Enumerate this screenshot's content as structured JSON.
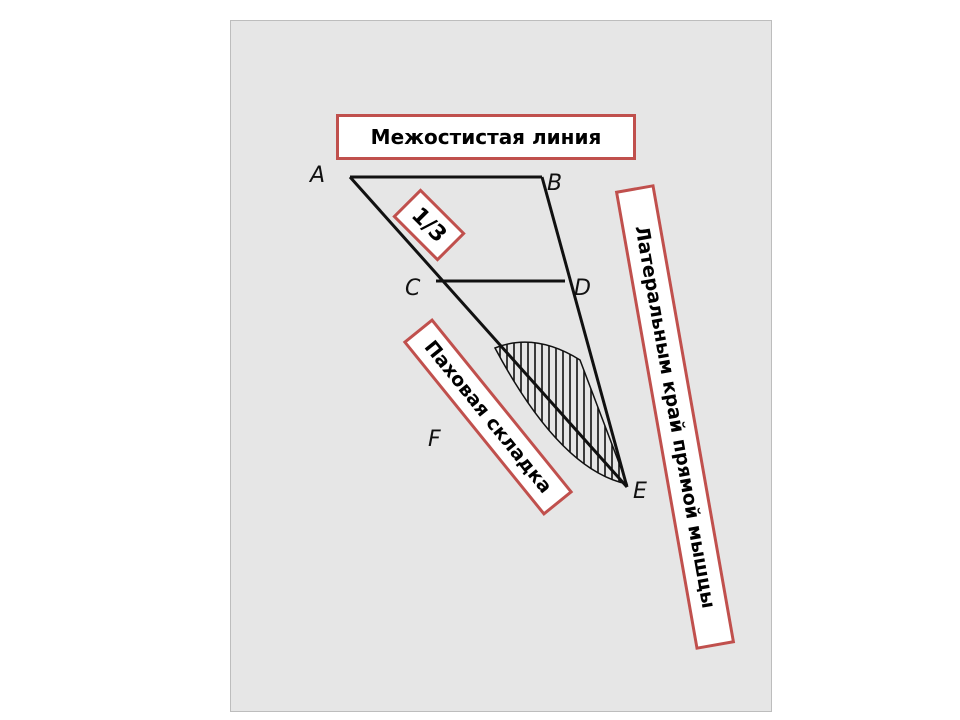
{
  "diagram": {
    "points": {
      "A": "A",
      "B": "B",
      "C": "C",
      "D": "D",
      "E": "E",
      "F": "F"
    },
    "callouts": {
      "interspinous_line": "Межостистая линия",
      "fraction": "1/3",
      "inguinal_fold": "Паховая складка",
      "rectus_lateral_edge": "Латеральным край прямой мышцы"
    },
    "colors": {
      "callout_border": "#c0504d",
      "lines": "#111111"
    }
  }
}
